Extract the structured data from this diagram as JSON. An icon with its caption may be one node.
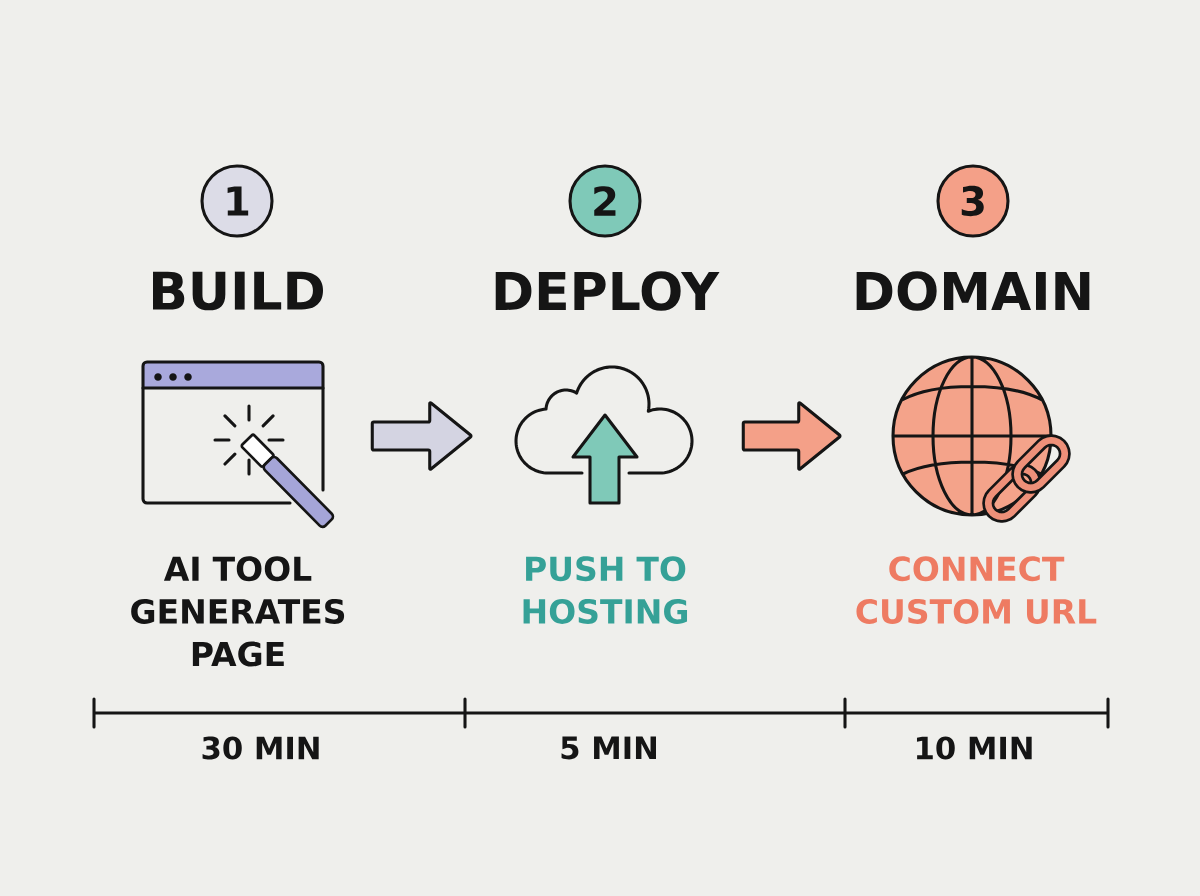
{
  "diagram": {
    "nodes": [
      {
        "text": [
          "1"
        ]
      },
      {
        "text": [
          "2"
        ]
      },
      {
        "text": [
          "3"
        ]
      },
      {
        "text": [],
        "shape": "picture",
        "beside": [
          "BUILD",
          "AI TOOL GENERATES PAGE"
        ]
      },
      {
        "text": [],
        "shape": "picture",
        "beside": [
          "DEPLOY",
          "PUSH TO HOSTING"
        ]
      },
      {
        "text": [],
        "shape": "picture",
        "beside": [
          "DOMAIN",
          "CONNECT CUSTOM URL"
        ]
      }
    ],
    "edges": [
      {
        "from": 3,
        "to": 4,
        "arrow": "to",
        "color": "#d4d4e2"
      },
      {
        "from": 4,
        "to": 5,
        "arrow": "to",
        "color": "#f4a088"
      }
    ],
    "labels": [
      "30 MIN",
      "5 MIN",
      "10 MIN"
    ]
  }
}
